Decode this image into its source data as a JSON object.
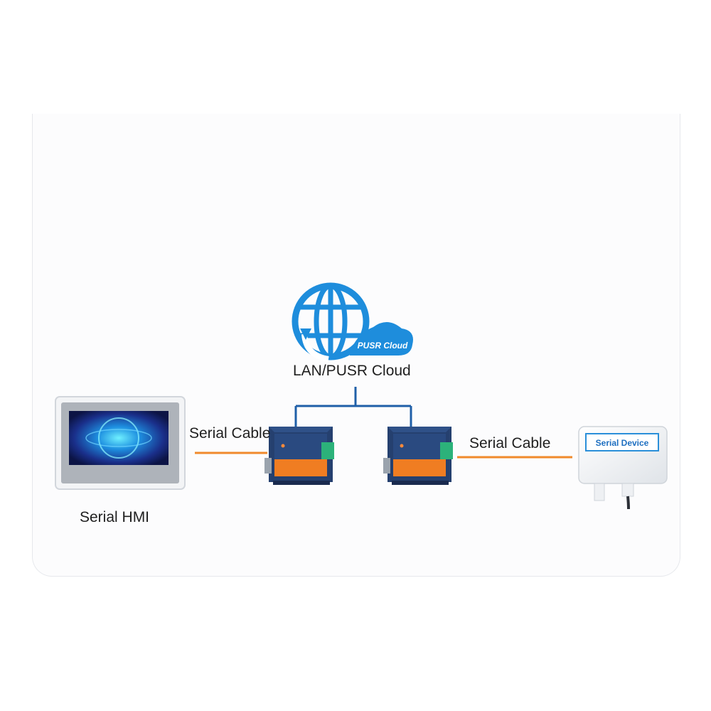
{
  "cloud": {
    "logo_text": "PUSR Cloud",
    "label": "LAN/PUSR Cloud"
  },
  "hmi": {
    "label": "Serial HMI"
  },
  "links": {
    "left_cable_label": "Serial Cable",
    "right_cable_label": "Serial Cable"
  },
  "sensor": {
    "badge_text": "Serial Device"
  },
  "colors": {
    "network_line": "#1f5fa8",
    "serial_line": "#f08a2c",
    "cloud_blue": "#1e8ddc",
    "device_orange": "#f07d22",
    "device_navy": "#1e3566"
  }
}
